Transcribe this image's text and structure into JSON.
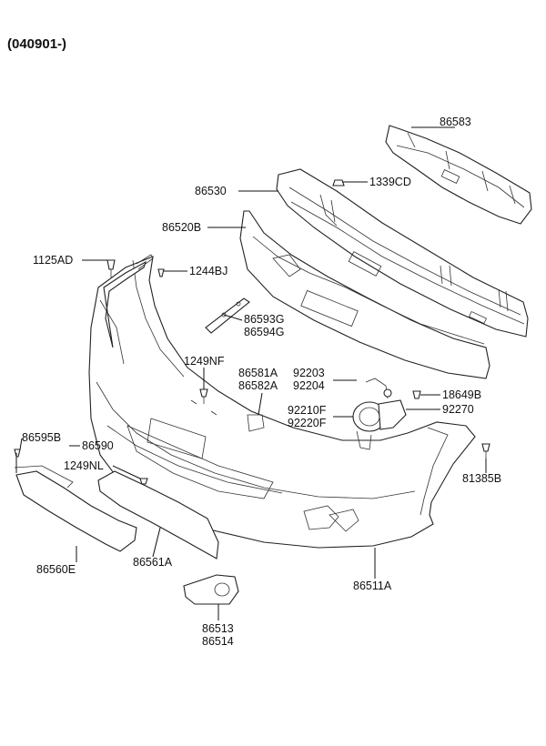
{
  "header": {
    "code": "(040901-)"
  },
  "labels": {
    "p86583": "86583",
    "p86530": "86530",
    "p1339CD": "1339CD",
    "p86520B": "86520B",
    "p1125AD": "1125AD",
    "p1244BJ": "1244BJ",
    "p86593G": "86593G",
    "p86594G": "86594G",
    "p1249NF": "1249NF",
    "p86581A": "86581A",
    "p86582A": "86582A",
    "p92203": "92203",
    "p92204": "92204",
    "p18649B": "18649B",
    "p92210F": "92210F",
    "p92220F": "92220F",
    "p92270": "92270",
    "p86595B": "86595B",
    "p86590": "86590",
    "p1249NL": "1249NL",
    "p81385B": "81385B",
    "p86560E": "86560E",
    "p86561A": "86561A",
    "p86511A": "86511A",
    "p86513": "86513",
    "p86514": "86514"
  }
}
